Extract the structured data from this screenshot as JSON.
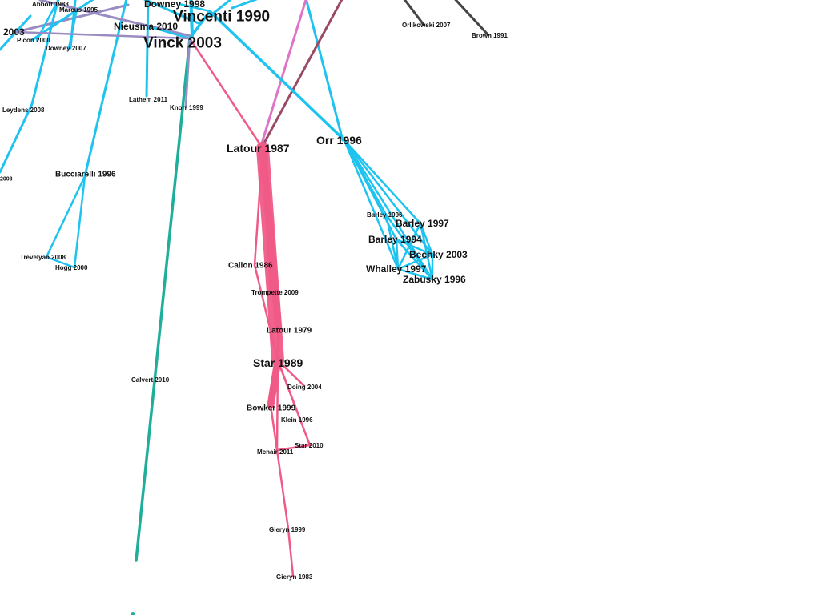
{
  "palette": {
    "blue": "#1ec3f0",
    "pink": "#f05a86",
    "purple": "#9a8cc3",
    "teal": "#1fae9c",
    "maroon": "#9b4a63",
    "orchid": "#de74c8",
    "dark": "#444444"
  },
  "nodes": [
    {
      "id": "abbott1988",
      "label": "Abbott 1988",
      "size": "xs"
    },
    {
      "id": "marcus1995",
      "label": "Marcus 1995",
      "size": "xs"
    },
    {
      "id": "downey1998",
      "label": "Downey 1998",
      "size": "m"
    },
    {
      "id": "vincenti1990",
      "label": "Vincenti 1990",
      "size": "xl"
    },
    {
      "id": "nieusma2010",
      "label": "Nieusma 2010",
      "size": "m"
    },
    {
      "id": "vinck2003",
      "label": "Vinck 2003",
      "size": "xl"
    },
    {
      "id": "x2003",
      "label": "2003",
      "size": "m"
    },
    {
      "id": "picon2000",
      "label": "Picon 2000",
      "size": "xs"
    },
    {
      "id": "downey2007",
      "label": "Downey 2007",
      "size": "xs"
    },
    {
      "id": "orlikowski2007",
      "label": "Orlikowski 2007",
      "size": "xs"
    },
    {
      "id": "brown1991",
      "label": "Brown 1991",
      "size": "xs"
    },
    {
      "id": "lathem2011",
      "label": "Lathem 2011",
      "size": "xs"
    },
    {
      "id": "knorr1999",
      "label": "Knorr 1999",
      "size": "xs"
    },
    {
      "id": "leydens2008",
      "label": "Leydens 2008",
      "size": "xs"
    },
    {
      "id": "latour1987",
      "label": "Latour 1987",
      "size": "l"
    },
    {
      "id": "orr1996",
      "label": "Orr 1996",
      "size": "l"
    },
    {
      "id": "y2003",
      "label": "2003",
      "size": "xxs"
    },
    {
      "id": "bucciarelli1996",
      "label": "Bucciarelli 1996",
      "size": "s"
    },
    {
      "id": "barley1996",
      "label": "Barley 1996",
      "size": "xs"
    },
    {
      "id": "barley1997",
      "label": "Barley 1997",
      "size": "m"
    },
    {
      "id": "barley1994",
      "label": "Barley 1994",
      "size": "m"
    },
    {
      "id": "bechky2003",
      "label": "Bechky 2003",
      "size": "m"
    },
    {
      "id": "whalley1997",
      "label": "Whalley 1997",
      "size": "m"
    },
    {
      "id": "zabusky1996",
      "label": "Zabusky 1996",
      "size": "m"
    },
    {
      "id": "trevelyan2008",
      "label": "Trevelyan 2008",
      "size": "xs"
    },
    {
      "id": "hogg2000",
      "label": "Hogg 2000",
      "size": "xs"
    },
    {
      "id": "callon1986",
      "label": "Callon 1986",
      "size": "s"
    },
    {
      "id": "trompette2009",
      "label": "Trompette 2009",
      "size": "xs"
    },
    {
      "id": "latour1979",
      "label": "Latour 1979",
      "size": "s"
    },
    {
      "id": "star1989",
      "label": "Star 1989",
      "size": "l"
    },
    {
      "id": "doing2004",
      "label": "Doing 2004",
      "size": "xs"
    },
    {
      "id": "calvert2010",
      "label": "Calvert 2010",
      "size": "xs"
    },
    {
      "id": "bowker1999",
      "label": "Bowker 1999",
      "size": "s"
    },
    {
      "id": "klein1996",
      "label": "Klein 1996",
      "size": "xs"
    },
    {
      "id": "star2010",
      "label": "Star 2010",
      "size": "xs"
    },
    {
      "id": "mcnair2011",
      "label": "Mcnair 2011",
      "size": "xs"
    },
    {
      "id": "gieryn1999",
      "label": "Gieryn 1999",
      "size": "xs"
    },
    {
      "id": "gieryn1983",
      "label": "Gieryn 1983",
      "size": "xs"
    }
  ],
  "edges": [
    {
      "s": "vinck2003",
      "t": "calvert2010",
      "color": "teal",
      "w": "m"
    },
    {
      "s": "latour1987",
      "t": "star1989",
      "color": "pink",
      "w": "xxl"
    },
    {
      "s": "latour1987",
      "t": "latour1979",
      "color": "pink",
      "w": "xl"
    },
    {
      "s": "latour1987",
      "t": "callon1986",
      "color": "pink",
      "w": "s"
    },
    {
      "s": "latour1987",
      "t": "trompette2009",
      "color": "pink",
      "w": "s"
    },
    {
      "s": "star1989",
      "t": "bowker1999",
      "color": "pink",
      "w": "xl"
    },
    {
      "s": "star1989",
      "t": "doing2004",
      "color": "pink",
      "w": "s"
    },
    {
      "s": "star1989",
      "t": "klein1996",
      "color": "pink",
      "w": "s"
    },
    {
      "s": "star1989",
      "t": "star2010",
      "color": "pink",
      "w": "s"
    },
    {
      "s": "star1989",
      "t": "mcnair2011",
      "color": "pink",
      "w": "s"
    },
    {
      "s": "callon1986",
      "t": "star1989",
      "color": "pink",
      "w": "s"
    },
    {
      "s": "latour1979",
      "t": "star1989",
      "color": "pink",
      "w": "m"
    },
    {
      "s": "bowker1999",
      "t": "mcnair2011",
      "color": "pink",
      "w": "s"
    },
    {
      "s": "mcnair2011",
      "t": "star2010",
      "color": "pink",
      "w": "s"
    },
    {
      "s": "mcnair2011",
      "t": "gieryn1999",
      "color": "pink",
      "w": "s"
    },
    {
      "s": "gieryn1999",
      "t": "gieryn1983",
      "color": "pink",
      "w": "s"
    },
    {
      "s": "vinck2003",
      "t": "latour1987",
      "color": "pink",
      "w": "s"
    },
    {
      "s": "vincenti1990",
      "t": "orr1996",
      "color": "blue",
      "w": "m"
    },
    {
      "s": "orr1996",
      "t": "barley1996",
      "color": "blue",
      "w": "s"
    },
    {
      "s": "orr1996",
      "t": "barley1997",
      "color": "blue",
      "w": "s"
    },
    {
      "s": "orr1996",
      "t": "barley1994",
      "color": "blue",
      "w": "s"
    },
    {
      "s": "orr1996",
      "t": "bechky2003",
      "color": "blue",
      "w": "s"
    },
    {
      "s": "orr1996",
      "t": "whalley1997",
      "color": "blue",
      "w": "s"
    },
    {
      "s": "orr1996",
      "t": "zabusky1996",
      "color": "blue",
      "w": "s"
    },
    {
      "s": "barley1997",
      "t": "bechky2003",
      "color": "blue",
      "w": "s"
    },
    {
      "s": "barley1997",
      "t": "whalley1997",
      "color": "blue",
      "w": "s"
    },
    {
      "s": "barley1997",
      "t": "zabusky1996",
      "color": "blue",
      "w": "s"
    },
    {
      "s": "barley1994",
      "t": "bechky2003",
      "color": "blue",
      "w": "s"
    },
    {
      "s": "barley1994",
      "t": "whalley1997",
      "color": "blue",
      "w": "s"
    },
    {
      "s": "barley1994",
      "t": "zabusky1996",
      "color": "blue",
      "w": "s"
    },
    {
      "s": "barley1996",
      "t": "whalley1997",
      "color": "blue",
      "w": "s"
    },
    {
      "s": "barley1996",
      "t": "zabusky1996",
      "color": "blue",
      "w": "s"
    },
    {
      "s": "bechky2003",
      "t": "whalley1997",
      "color": "blue",
      "w": "s"
    },
    {
      "s": "bechky2003",
      "t": "zabusky1996",
      "color": "blue",
      "w": "s"
    },
    {
      "s": "whalley1997",
      "t": "zabusky1996",
      "color": "blue",
      "w": "s"
    },
    {
      "s": "bucciarelli1996",
      "t": "trevelyan2008",
      "color": "blue",
      "w": "s"
    },
    {
      "s": "bucciarelli1996",
      "t": "hogg2000",
      "color": "blue",
      "w": "s"
    },
    {
      "s": "trevelyan2008",
      "t": "hogg2000",
      "color": "blue",
      "w": "s"
    },
    {
      "s": "vincenti1990",
      "t": "vinck2003",
      "color": "blue",
      "w": "m"
    },
    {
      "s": "vinck2003",
      "t": "knorr1999",
      "color": "blue",
      "w": "s"
    },
    {
      "s": "nieusma2010",
      "t": "vinck2003",
      "color": "blue",
      "w": "s"
    },
    {
      "s": "downey1998",
      "t": "vincenti1990",
      "color": "blue",
      "w": "s"
    },
    {
      "s": "abbott1988",
      "t": "picon2000",
      "color": "blue",
      "w": "s"
    },
    {
      "s": "marcus1995",
      "t": "downey2007",
      "color": "blue",
      "w": "s"
    },
    {
      "s": "x2003",
      "t": "vinck2003",
      "color": "purple",
      "w": "s"
    },
    {
      "s": "vinck2003",
      "t": "knorr1999",
      "color": "purple",
      "w": "s"
    }
  ]
}
